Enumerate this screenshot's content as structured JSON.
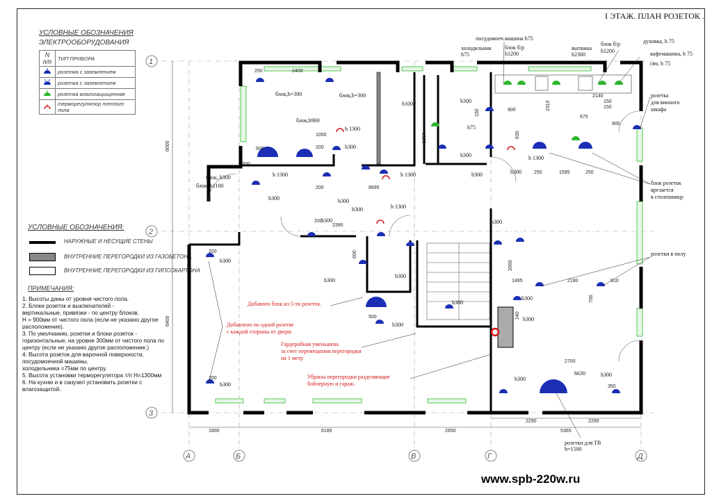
{
  "title": "I ЭТАЖ. ПЛАН РОЗЕТОК .",
  "legend_equipment": {
    "title1": "УСЛОВНЫЕ ОБОЗНАЧЕНИЯ",
    "title2": "ЭЛЕКТРООБОРУДОВАНИЯ",
    "header_n": "N п/п",
    "header_type": "ТИП ПРИБОРА",
    "rows": [
      {
        "label": "розетка с заземлением",
        "color": "#1a2fb4"
      },
      {
        "label": "розетка с заземлением",
        "color": "#1a2fb4"
      },
      {
        "label": "розетка влагозащищенная",
        "color": "#2fb62f"
      },
      {
        "label": "терморегулятор теплого пола",
        "color": "#d21414"
      }
    ]
  },
  "legend_walls": {
    "title": "УСЛОВНЫЕ ОБОЗНАЧЕНИЯ:",
    "items": [
      "НАРУЖНЫЕ И НЕСУЩИЕ СТЕНЫ",
      "ВНУТРЕННИЕ ПЕРЕГОРОДКИ ИЗ ГАЗОБЕТОНА",
      "ВНУТРЕННИЕ ПЕРЕГОРОДКИ ИЗ ГИПСОКАРТОНА"
    ]
  },
  "notes": {
    "title": "ПРИМЕЧАНИЯ:",
    "lines": [
      "1.  Высоты даны от уровня чистого пола.",
      "2. Блоки розеток и выключателей -",
      "вертикальные, привязки - по центру блоков,",
      "Н = 900мм от чистого пола (если не указано другое",
      "расположение).",
      "3. По умолчанию, розетки и блоки розеток -",
      "горизонтальные, на уровне 300мм от чистого пола по",
      "центру (если не указано другое расположение.)",
      "4. Высота розеток для варочной поверхности,",
      "посудомоечной машины,",
      "холодильника =75мм по центру.",
      "5. Высота установки терморегулятора т/п Н=1300мм",
      "6. На кухню и в санузел установить розетки с",
      "влагозащитой."
    ]
  },
  "axes": {
    "rows": [
      "1",
      "2",
      "3"
    ],
    "cols": [
      "А",
      "Б",
      "В",
      "Г",
      "Д"
    ]
  },
  "dims": {
    "bottom": [
      "1800",
      "6185",
      "2650",
      "5365"
    ],
    "left": [
      "6000",
      "6400"
    ],
    "bottom_right": [
      "2290",
      "2290"
    ]
  },
  "annotations": {
    "appliances": [
      "посудомоеч.машина h75",
      "холодильник",
      "h75",
      "блок б/р",
      "h1200",
      "вытяжка",
      "h2360",
      "блок б/р",
      "h1200",
      "духовка, h 75",
      "кофемашина, h 75",
      "свч, h 75"
    ],
    "wine": [
      "розетка",
      "для винного",
      "шкафа"
    ],
    "countertop": [
      "блок розеток",
      "врезается",
      "в столешницу"
    ],
    "floor": "розетки в полу",
    "tv": [
      "розетки для ТВ",
      "h=1500"
    ],
    "room_labels": [
      "блок,h=300",
      "блок,h=300",
      "блок,h900",
      "h 1300",
      "h300",
      "h1000",
      "h75",
      "h300",
      "h 1300",
      "h300",
      "блок, h300",
      "блок, h1100",
      "h 1300",
      "h300",
      "h 1300",
      "h300",
      "h300",
      "h 1300",
      "h300",
      "h300",
      "h300",
      "h300",
      "h300",
      "h300",
      "h300",
      "h300",
      "h300",
      "h300",
      "h300",
      "h630",
      "h300",
      "h300",
      "h300"
    ],
    "red_notes": [
      "Добавлено по одной розетке",
      "с каждой стороны от двери.",
      "Добавлен блок из 5-ти розеток.",
      "Гардеробная уменьшена",
      "за счет перемещения перегородки",
      "на 1 метр",
      "Убраны перегородки разделяющие",
      "бойлерную и гараж."
    ]
  },
  "inner_dims": [
    "250",
    "2400",
    "600",
    "1050",
    "200",
    "200",
    "200",
    "8695",
    "2390",
    "600",
    "500",
    "900",
    "150",
    "630",
    "1360",
    "2310",
    "675",
    "2140",
    "150",
    "150",
    "900",
    "1595",
    "250",
    "250",
    "200",
    "1495",
    "2180",
    "700",
    "2000",
    "910",
    "240",
    "2700",
    "350",
    "200",
    "200"
  ],
  "url": "www.spb-220w.ru"
}
